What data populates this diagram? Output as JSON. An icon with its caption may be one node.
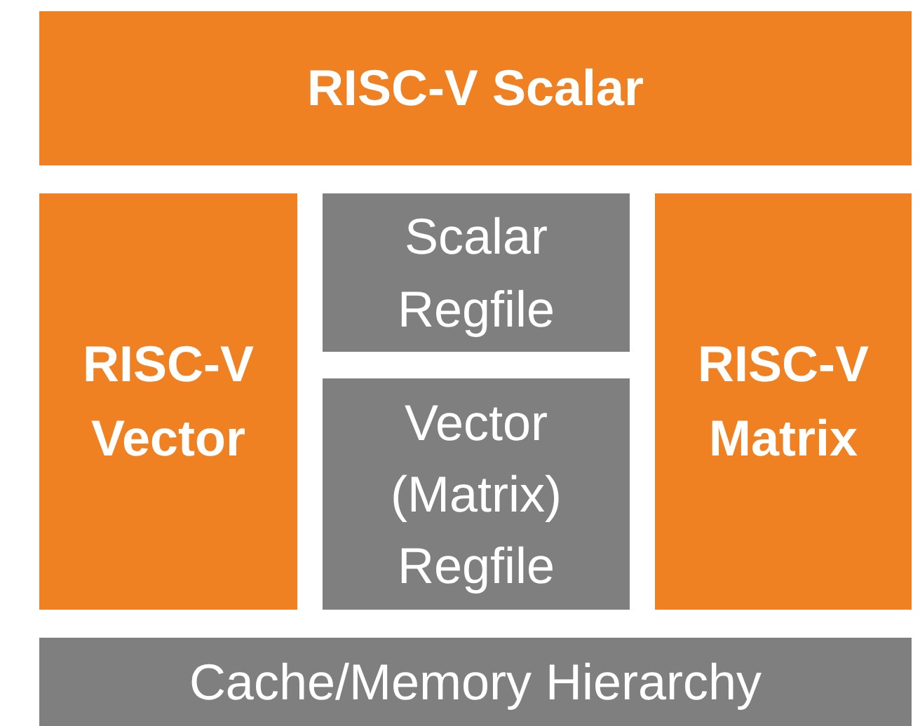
{
  "diagram": {
    "nodes": [
      {
        "text": [
          "RISC-V Scalar"
        ]
      },
      {
        "text": [
          "RISC-V Vector"
        ]
      },
      {
        "text": [
          "Scalar Regfile"
        ]
      },
      {
        "text": [
          "Vector (Matrix) Regfile"
        ]
      },
      {
        "text": [
          "RISC-V Matrix"
        ]
      },
      {
        "text": [
          "Cache/Memory Hierarchy"
        ]
      }
    ]
  }
}
